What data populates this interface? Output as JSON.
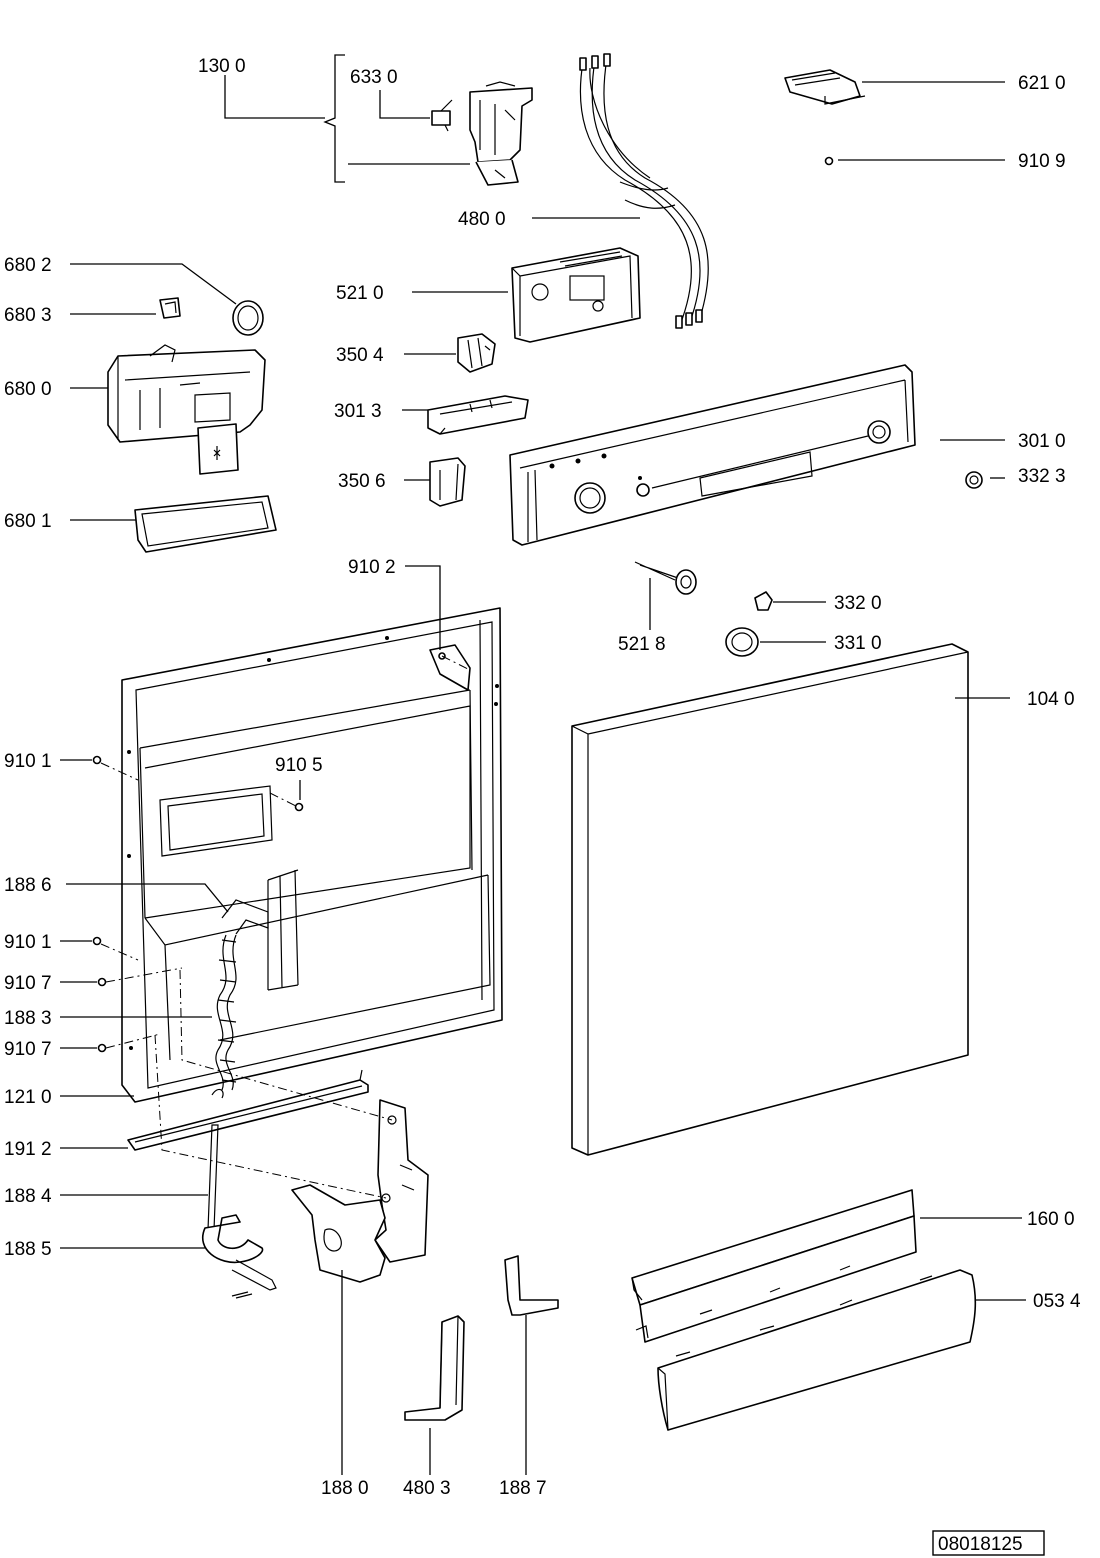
{
  "document_id": "08018125",
  "labels": {
    "l1300": "130 0",
    "l6330": "633 0",
    "l6210": "621 0",
    "l9109": "910 9",
    "l4800": "480 0",
    "l6802": "680 2",
    "l6803": "680 3",
    "l5210": "521 0",
    "l3504": "350 4",
    "l6800": "680 0",
    "l3013": "301 3",
    "l3010": "301 0",
    "l3323": "332 3",
    "l3506": "350 6",
    "l6801": "680 1",
    "l9102": "910 2",
    "l5218": "521 8",
    "l3320": "332 0",
    "l3310": "331 0",
    "l1040": "104 0",
    "l9101a": "910 1",
    "l9105": "910 5",
    "l1886": "188 6",
    "l9101b": "910 1",
    "l9107a": "910 7",
    "l1883": "188 3",
    "l9107b": "910 7",
    "l1210": "121 0",
    "l1912": "191 2",
    "l1884": "188 4",
    "l1885": "188 5",
    "l1600": "160 0",
    "l0534": "053 4",
    "l1880": "188 0",
    "l4803": "480 3",
    "l1887": "188 7"
  }
}
